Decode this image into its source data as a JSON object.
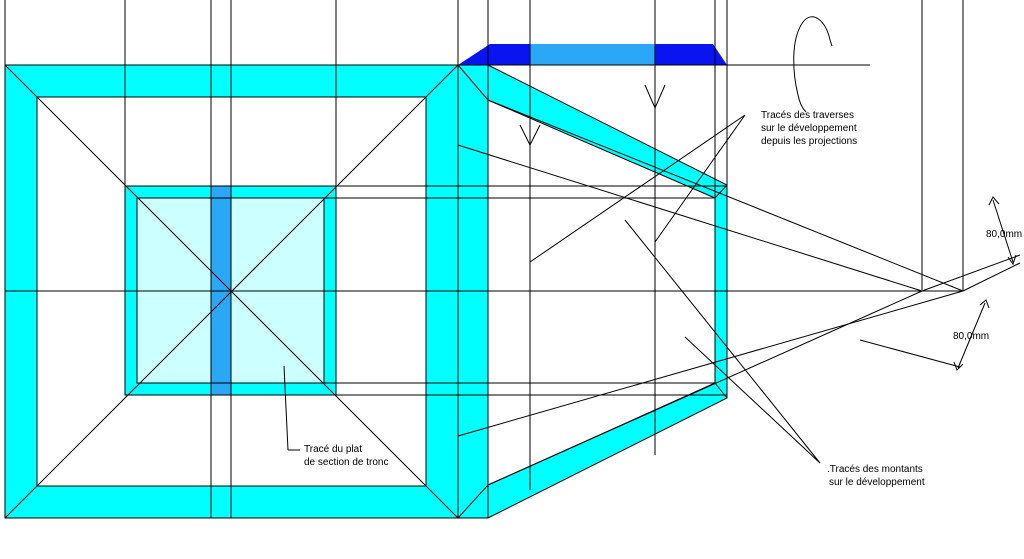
{
  "colors": {
    "cyan": "#00FFFF",
    "light_cyan": "#CCFFFF",
    "mid_blue": "#2AA8F5",
    "dark_blue": "#0A14F0",
    "line": "#000000"
  },
  "annotations": {
    "traverses": [
      "Tracés des traverses",
      "sur le développement",
      "depuis les projections"
    ],
    "plat": [
      "Tracé du plat",
      "de section de tronc"
    ],
    "montants": [
      ".Tracés des montants",
      "sur le développement"
    ]
  },
  "dimensions": {
    "upper": "80,0mm",
    "lower": "80,0mm"
  }
}
